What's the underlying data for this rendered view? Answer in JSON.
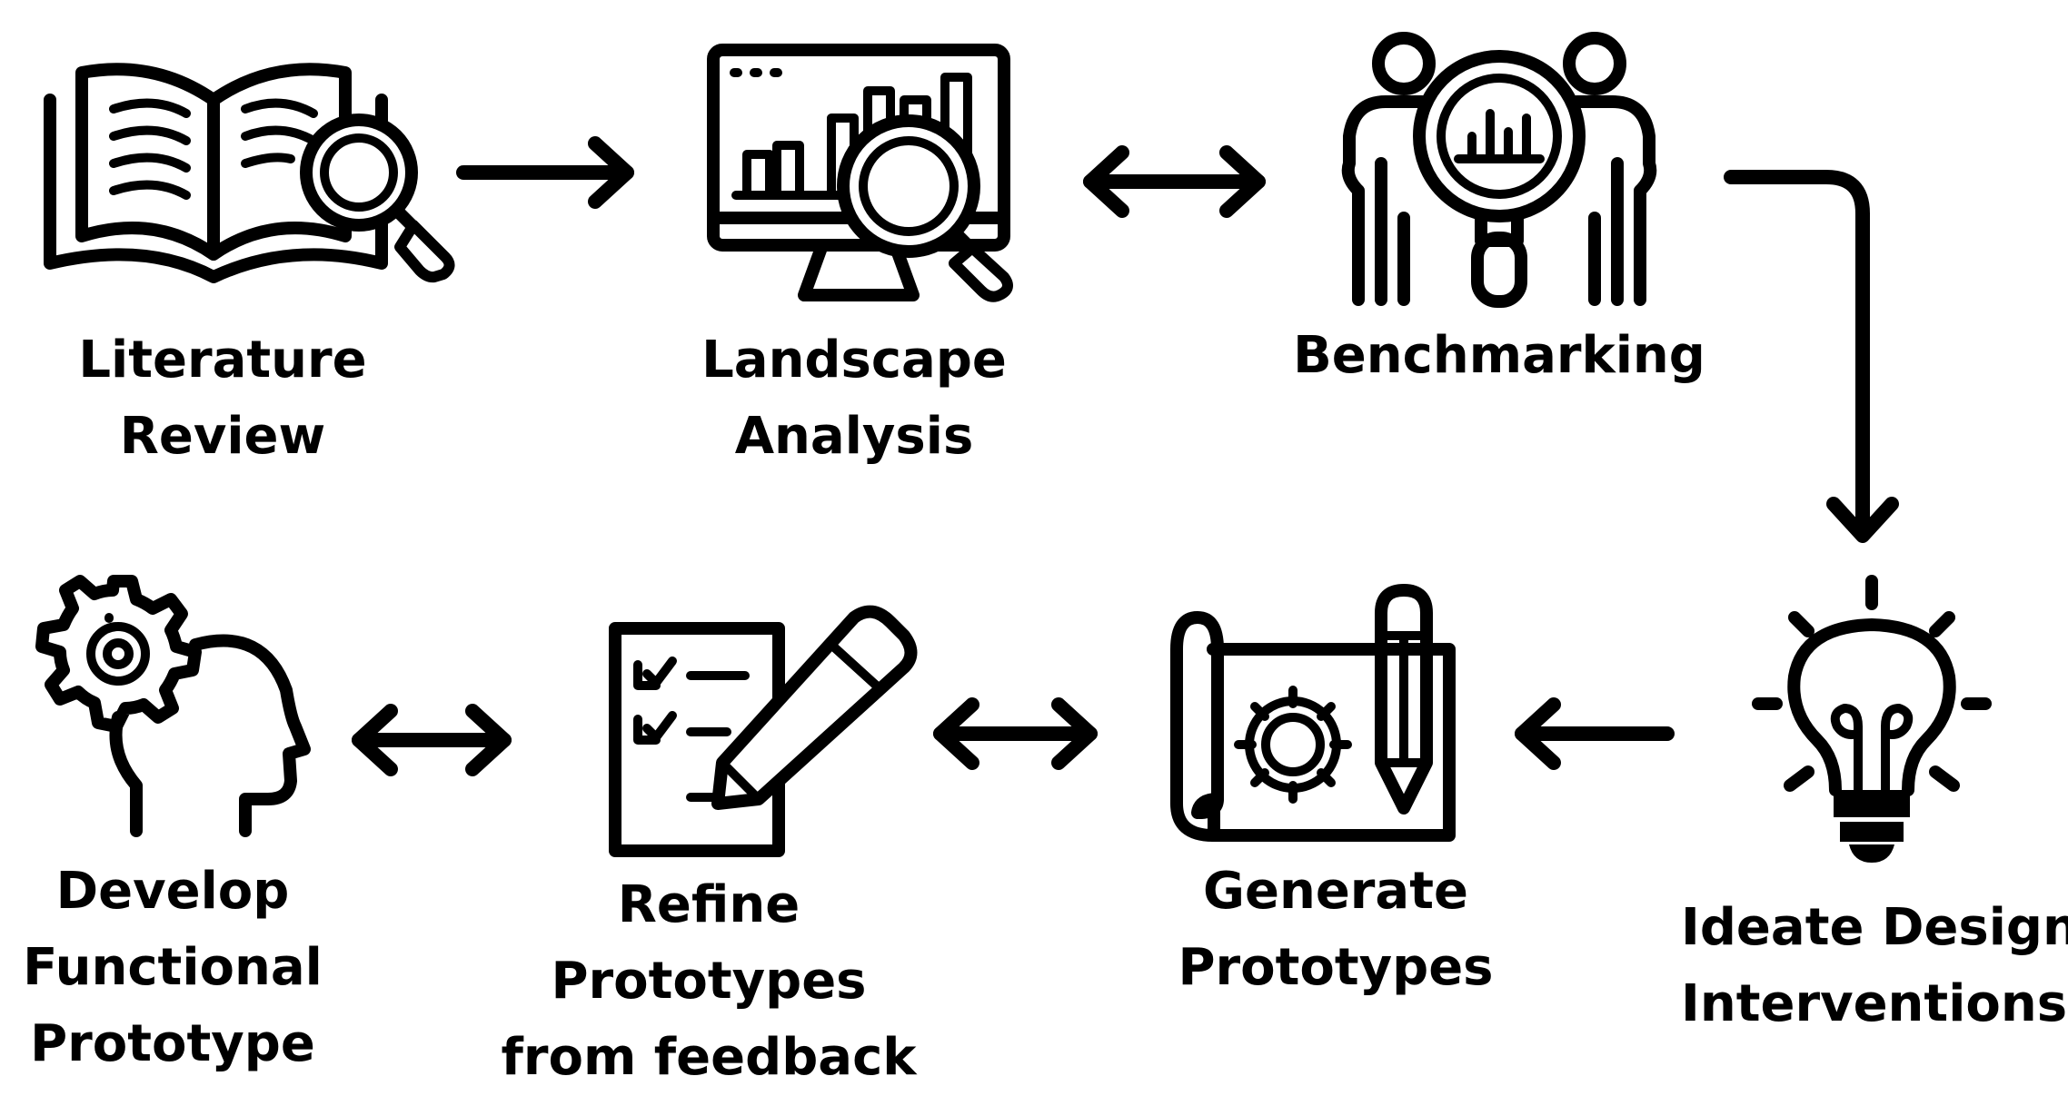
{
  "steps": {
    "literature_review": [
      "Literature",
      "Review"
    ],
    "landscape_analysis": [
      "Landscape",
      "Analysis"
    ],
    "benchmarking": [
      "Benchmarking"
    ],
    "ideate": [
      "Ideate Design",
      "Interventions"
    ],
    "generate": [
      "Generate",
      "Prototypes"
    ],
    "refine": [
      "Refine",
      "Prototypes",
      "from feedback"
    ],
    "develop": [
      "Develop",
      "Functional",
      "Prototype"
    ]
  },
  "icons": {
    "literature_review": "open-book-magnifier-icon",
    "landscape_analysis": "monitor-chart-magnifier-icon",
    "benchmarking": "people-magnifier-chart-icon",
    "ideate": "lightbulb-icon",
    "generate": "blueprint-gear-pencil-icon",
    "refine": "checklist-pencil-icon",
    "develop": "head-gear-icon"
  },
  "colors": {
    "ink": "#000000",
    "background": "#ffffff"
  }
}
